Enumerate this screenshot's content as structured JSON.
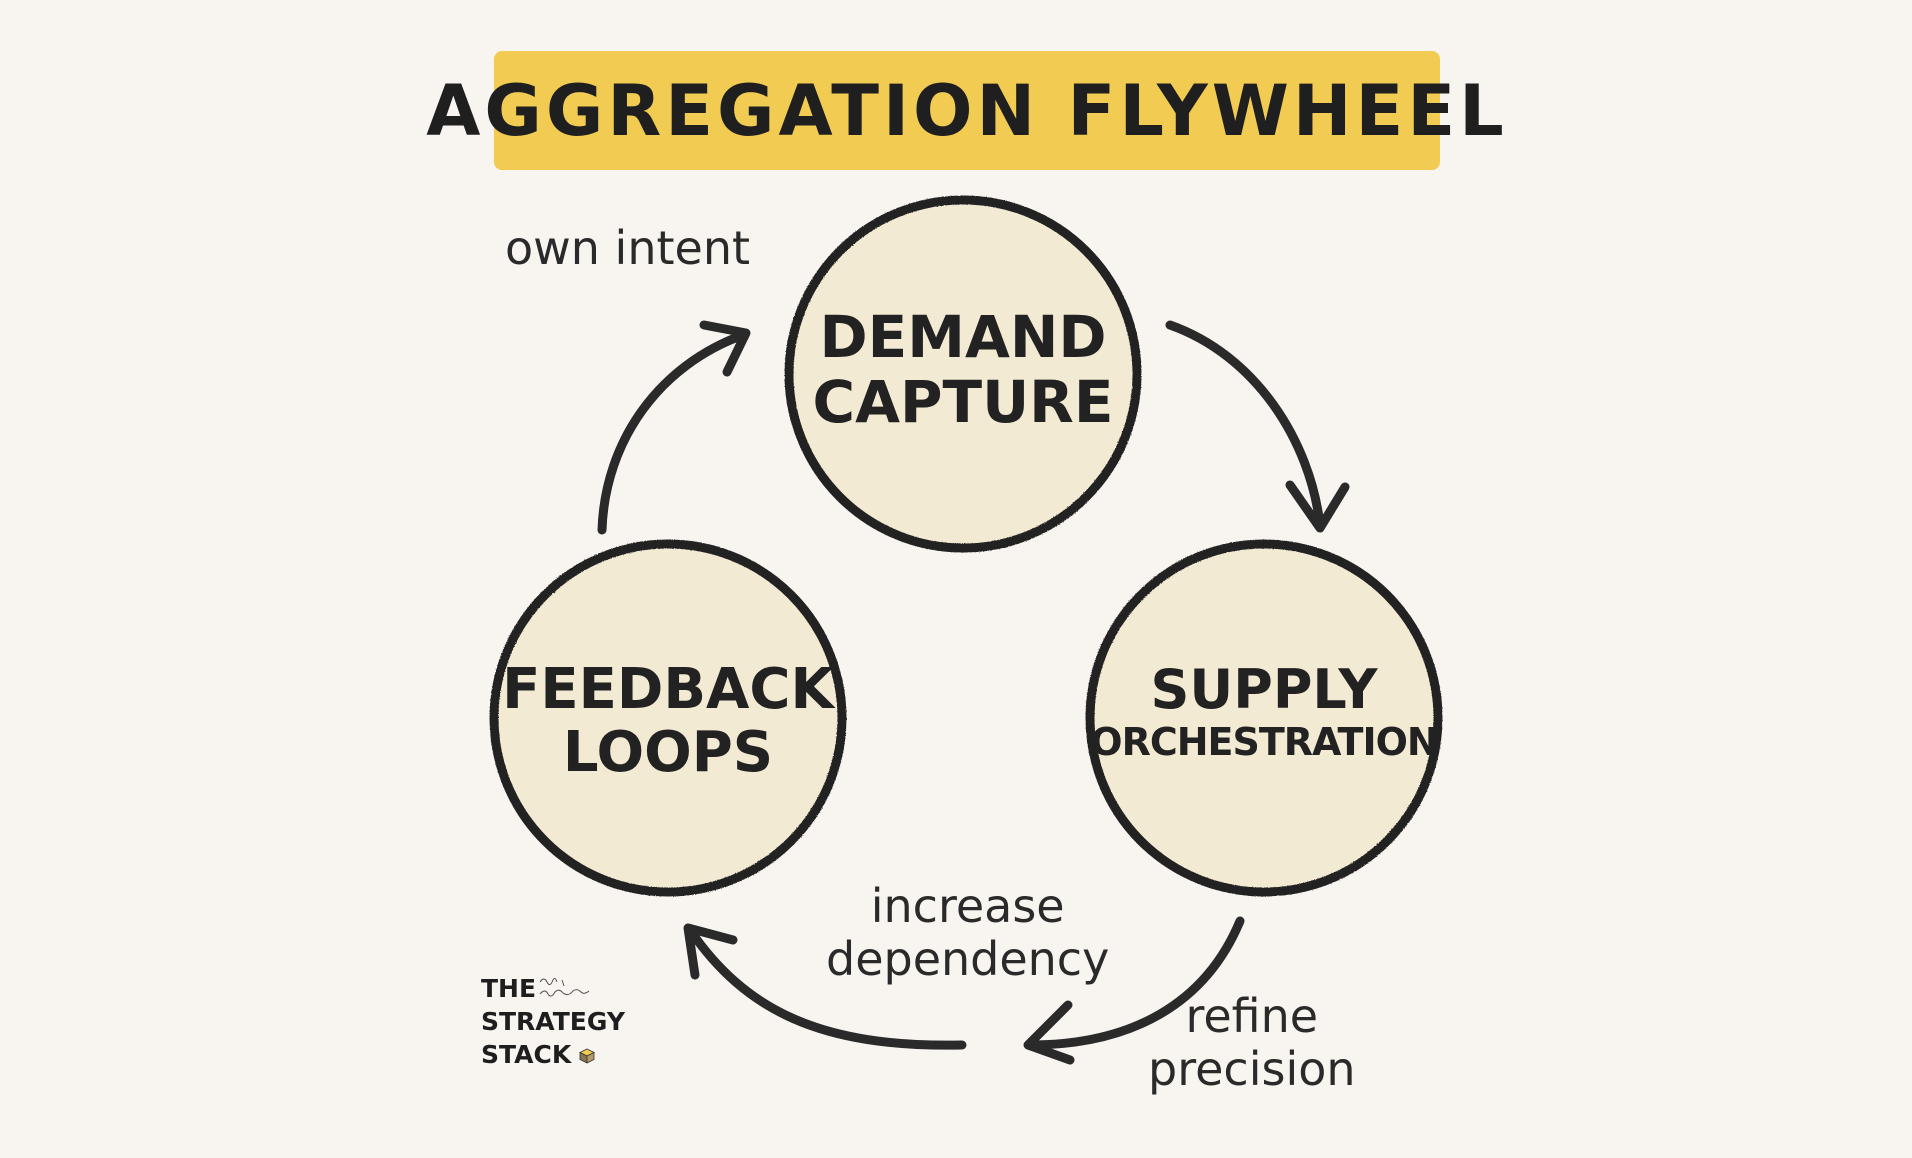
{
  "title": "AGGREGATION FLYWHEEL",
  "nodes": {
    "demand": {
      "line1": "DEMAND",
      "line2": "CAPTURE"
    },
    "supply": {
      "line1": "SUPPLY",
      "line2": "ORCHESTRATION"
    },
    "feedback": {
      "line1": "FEEDBACK",
      "line2": "LOOPS"
    }
  },
  "edges": {
    "own_intent": "own intent",
    "refine": {
      "line1": "refine",
      "line2": "precision"
    },
    "increase": {
      "line1": "increase",
      "line2": "dependency"
    }
  },
  "logo": {
    "line1": "THE",
    "line2": "STRATEGY",
    "line3": "STACK",
    "cube_icon": "cube-icon"
  },
  "colors": {
    "background": "#f8f4f0",
    "banner": "#f2cc52",
    "node_fill": "#f3ead3",
    "stroke": "#222222"
  }
}
